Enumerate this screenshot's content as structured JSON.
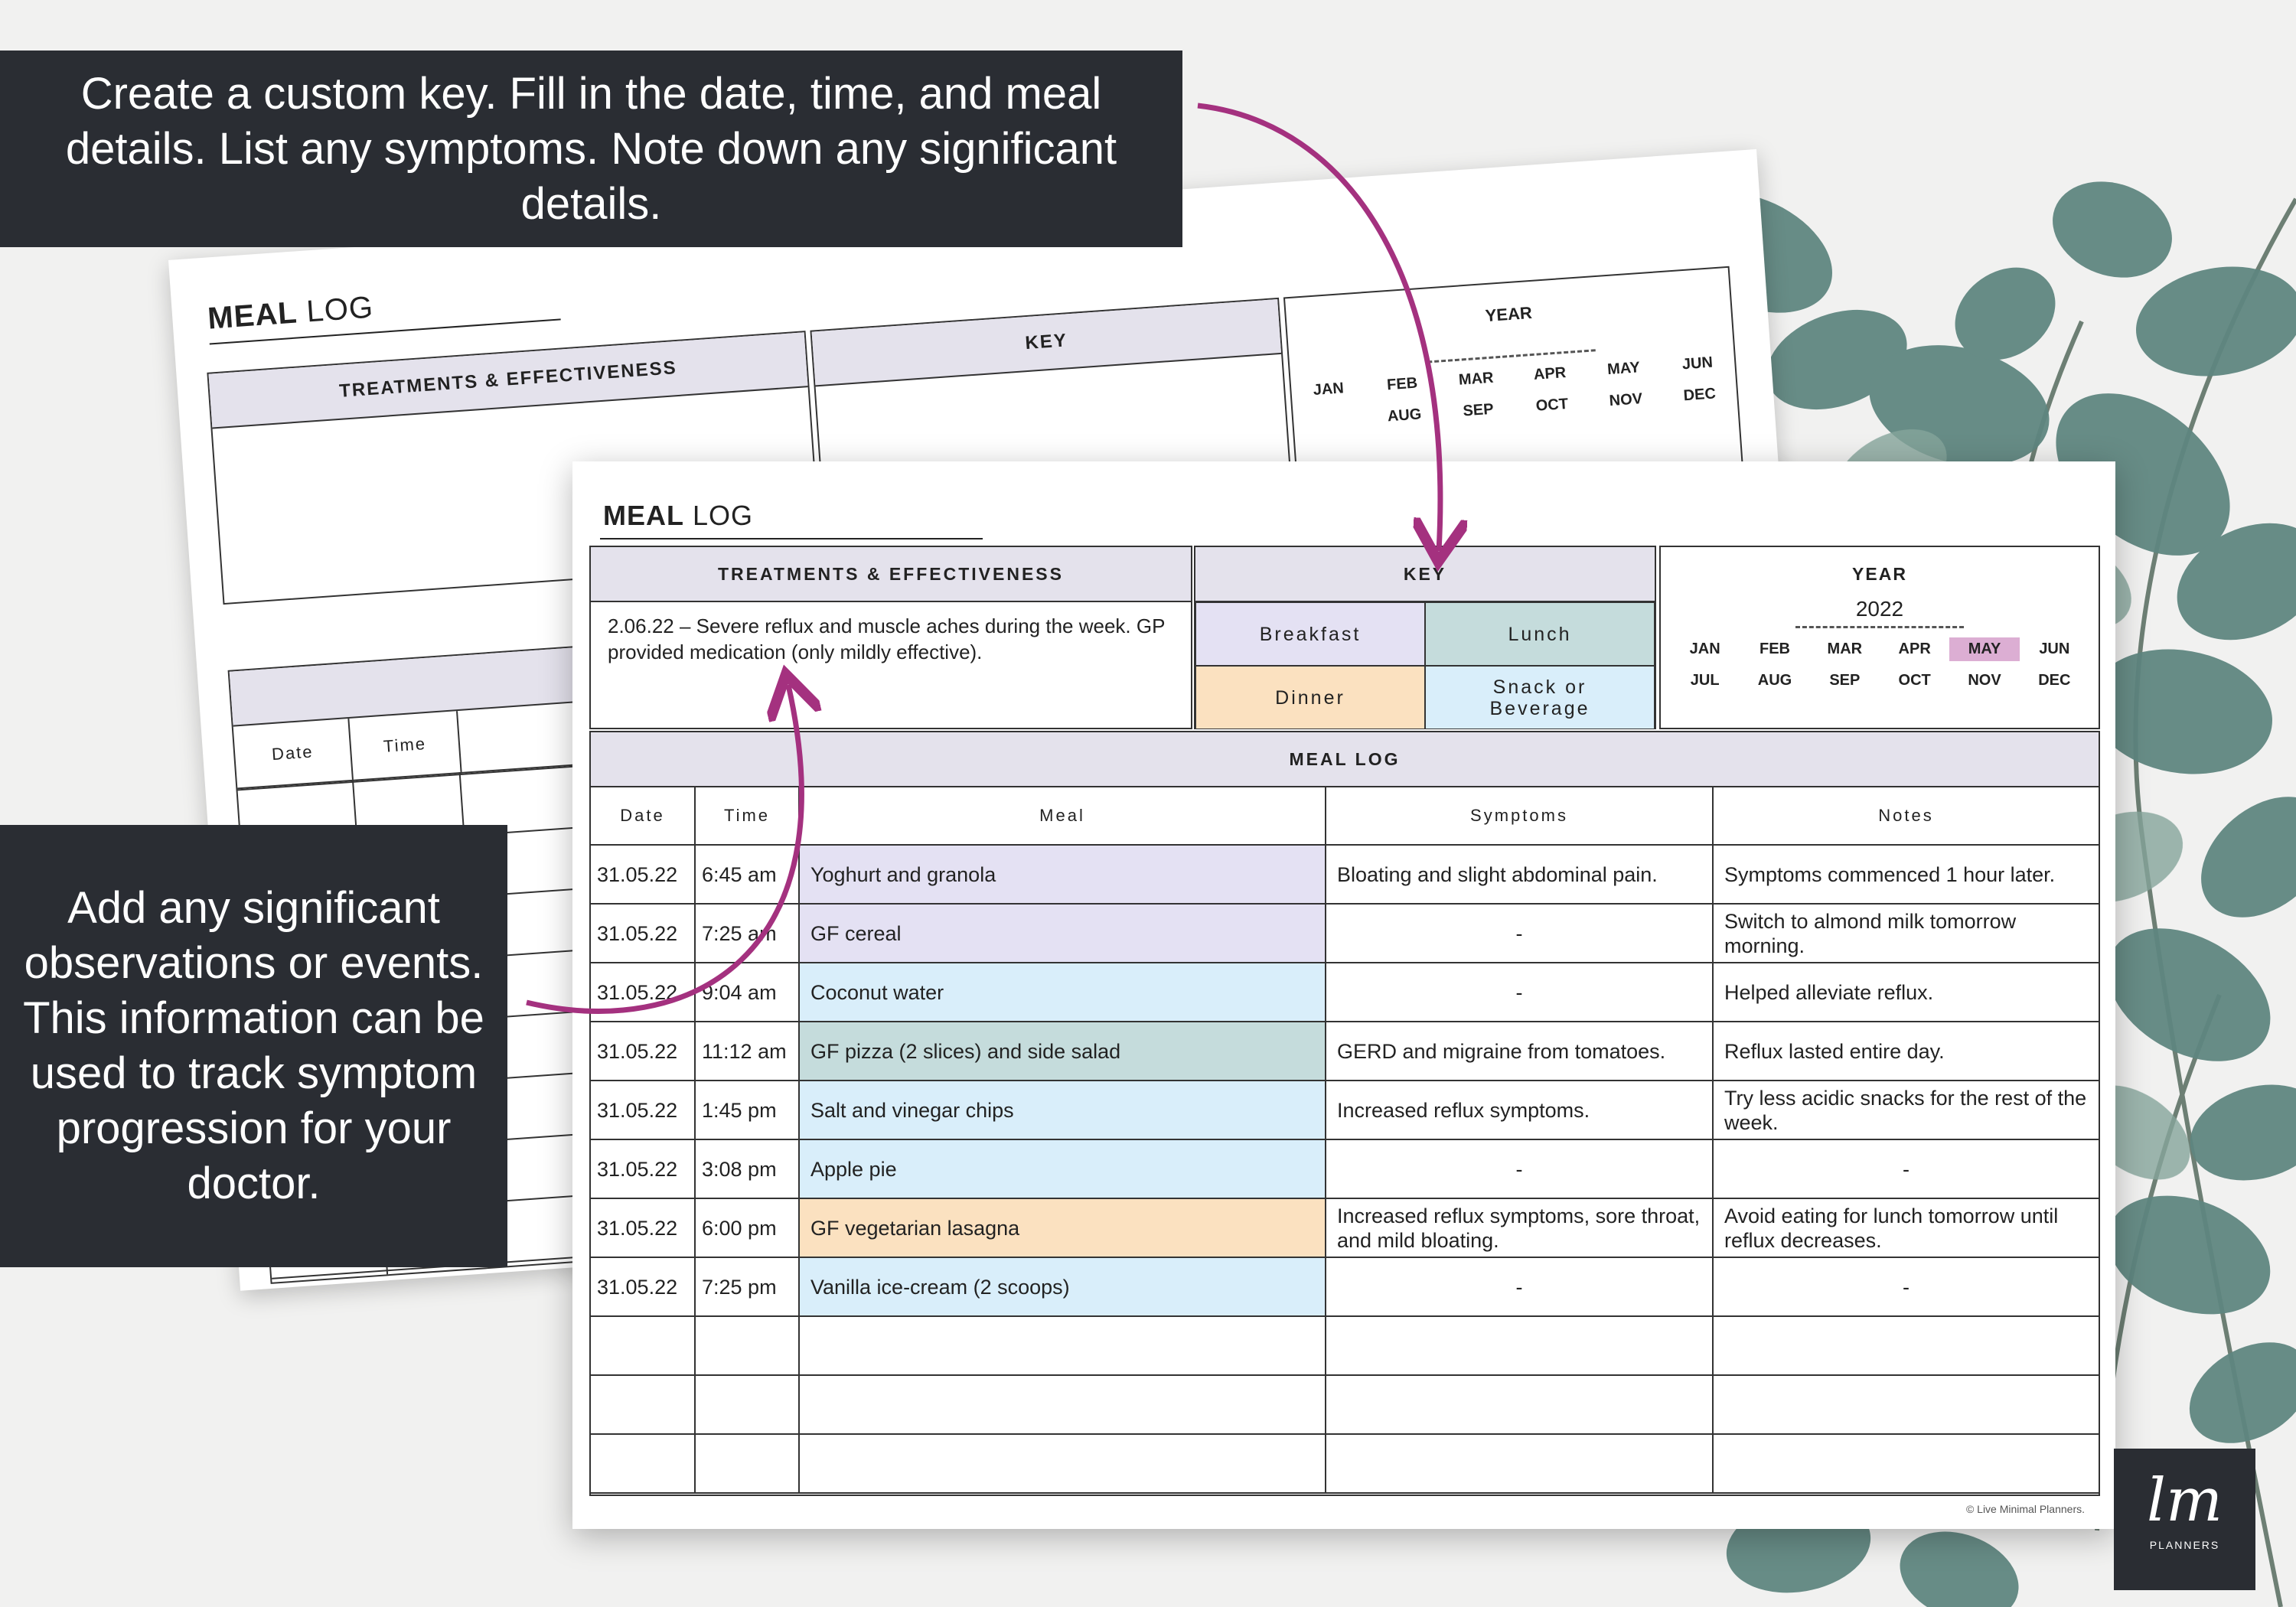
{
  "callouts": {
    "top": "Create a custom key. Fill in the date, time, and meal details. List any symptoms. Note down any significant details.",
    "left": "Add any significant observations or events. This information can be used to track symptom progression for your doctor."
  },
  "back_sheet": {
    "title_bold": "MEAL",
    "title_light": "LOG",
    "treatments_header": "TREATMENTS & EFFECTIVENESS",
    "key_header": "KEY",
    "year_header": "YEAR",
    "months_top": [
      "JAN",
      "FEB",
      "MAR",
      "APR",
      "MAY",
      "JUN"
    ],
    "months_partial": [
      "AUG",
      "SEP",
      "OCT",
      "NOV",
      "DEC"
    ],
    "col_date": "Date",
    "col_time": "Time"
  },
  "sheet": {
    "title_bold": "MEAL",
    "title_light": "LOG",
    "treatments": {
      "header": "TREATMENTS & EFFECTIVENESS",
      "text": "2.06.22 – Severe reflux and muscle aches during the week. GP provided medication (only mildly effective)."
    },
    "key": {
      "header": "KEY",
      "items": [
        {
          "label": "Breakfast",
          "color": "#e4e1f3"
        },
        {
          "label": "Lunch",
          "color": "#c5dcdc"
        },
        {
          "label": "Dinner",
          "color": "#fbe1c0"
        },
        {
          "label": "Snack or Beverage",
          "color": "#d9eefa"
        }
      ]
    },
    "year": {
      "header": "YEAR",
      "value": "2022",
      "months": [
        "JAN",
        "FEB",
        "MAR",
        "APR",
        "MAY",
        "JUN",
        "JUL",
        "AUG",
        "SEP",
        "OCT",
        "NOV",
        "DEC"
      ],
      "selected": "MAY",
      "selected_color": "#dcaed3"
    },
    "log": {
      "header": "MEAL LOG",
      "columns": [
        "Date",
        "Time",
        "Meal",
        "Symptoms",
        "Notes"
      ],
      "rows": [
        {
          "date": "31.05.22",
          "time": "6:45 am",
          "meal": "Yoghurt and granola",
          "symptoms": "Bloating and slight abdominal pain.",
          "notes": "Symptoms commenced 1 hour later.",
          "category": "Breakfast"
        },
        {
          "date": "31.05.22",
          "time": "7:25 am",
          "meal": "GF cereal",
          "symptoms": "-",
          "notes": "Switch to almond milk tomorrow morning.",
          "category": "Breakfast"
        },
        {
          "date": "31.05.22",
          "time": "9:04 am",
          "meal": "Coconut water",
          "symptoms": "-",
          "notes": "Helped alleviate reflux.",
          "category": "Snack or Beverage"
        },
        {
          "date": "31.05.22",
          "time": "11:12 am",
          "meal": "GF pizza (2 slices) and side salad",
          "symptoms": "GERD and migraine from tomatoes.",
          "notes": "Reflux lasted entire day.",
          "category": "Lunch"
        },
        {
          "date": "31.05.22",
          "time": "1:45 pm",
          "meal": "Salt and vinegar chips",
          "symptoms": "Increased reflux symptoms.",
          "notes": "Try less acidic snacks for the rest of the week.",
          "category": "Snack or Beverage"
        },
        {
          "date": "31.05.22",
          "time": "3:08 pm",
          "meal": "Apple pie",
          "symptoms": "-",
          "notes": "-",
          "category": "Snack or Beverage"
        },
        {
          "date": "31.05.22",
          "time": "6:00 pm",
          "meal": "GF vegetarian lasagna",
          "symptoms": "Increased reflux symptoms, sore throat, and mild bloating.",
          "notes": "Avoid eating for lunch tomorrow until reflux decreases.",
          "category": "Dinner"
        },
        {
          "date": "31.05.22",
          "time": "7:25 pm",
          "meal": "Vanilla ice-cream (2 scoops)",
          "symptoms": "-",
          "notes": "-",
          "category": "Snack or Beverage"
        }
      ],
      "empty_rows": 3
    },
    "copyright": "© Live Minimal Planners."
  },
  "logo": {
    "monogram": "lm",
    "brand": "PLANNERS"
  },
  "colors": {
    "callout_bg": "#2a2d33",
    "arrow": "#a4317f",
    "header_bg": "#e4e2ec"
  }
}
